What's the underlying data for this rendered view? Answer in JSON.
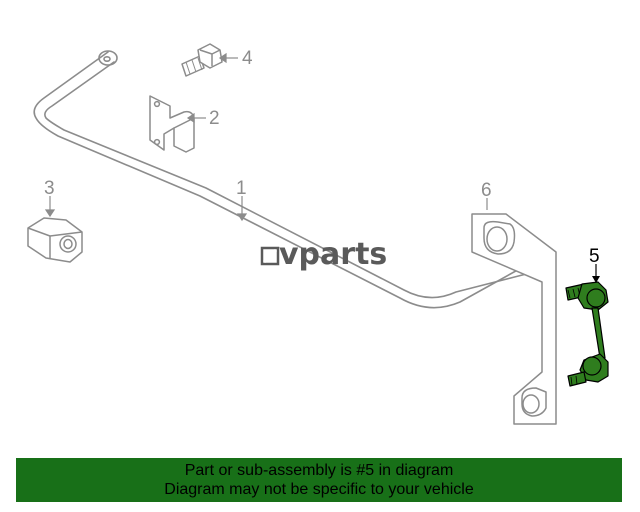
{
  "callouts": {
    "p1": "1",
    "p2": "2",
    "p3": "3",
    "p4": "4",
    "p5": "5",
    "p6": "6"
  },
  "watermark": {
    "brand": "vparts"
  },
  "colors": {
    "line": "#8c8c8c",
    "highlight_part": "#2f7d1e",
    "banner_bg": "#187018"
  },
  "banner": {
    "line1": "Part or sub-assembly is #5 in diagram",
    "line2": "Diagram may not be specific to your vehicle"
  }
}
